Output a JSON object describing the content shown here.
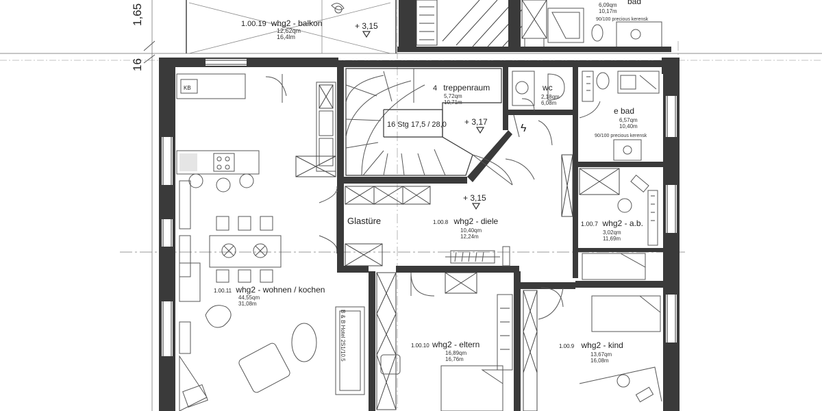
{
  "dimensions": {
    "top_dim": "1,65",
    "side_dim": "16"
  },
  "levels": {
    "balcony": "+ 3,15",
    "stairs": "+ 3,17",
    "hall": "+ 3,15"
  },
  "rooms": {
    "balcony": {
      "id": "1.00.19",
      "name": "whg2 - balkon",
      "area": "12,62qm",
      "area2": "16,4lm"
    },
    "stairs": {
      "id": "4",
      "name": "treppenraum",
      "area": "5,72qm",
      "area2": "10,71m"
    },
    "wc": {
      "name": "wc",
      "area": "2,18qm",
      "area2": "6,08m"
    },
    "bath": {
      "name": "e bad",
      "area": "6,57qm",
      "area2": "10,40m"
    },
    "bath_top": {
      "name": "bad",
      "area": "6,09qm",
      "area2": "10,17m"
    },
    "hall": {
      "id": "1.00.8",
      "name": "whg2 - diele",
      "area": "10,40qm",
      "area2": "12,24m"
    },
    "storage": {
      "id": "1.00.7",
      "name": "whg2 - a.b.",
      "area": "3,02qm",
      "area2": "11,69m"
    },
    "living": {
      "id": "1.00.11",
      "name": "whg2 - wohnen / kochen",
      "area": "44,55qm",
      "area2": "31,08m"
    },
    "parents": {
      "id": "1.00.10",
      "name": "whg2 - eltern",
      "area": "16,89qm",
      "area2": "16,76m"
    },
    "child": {
      "id": "1.00.9",
      "name": "whg2 - kind",
      "area": "13,67qm",
      "area2": "16,08m"
    }
  },
  "labels": {
    "stair_spec": "16 Stg 17,5 / 28,0",
    "glass_door": "Glastüre",
    "kb": "KB",
    "shower_note": "90/100 precious kerensk",
    "shower_note_top": "90/100 precious kerensk",
    "bed_label": "B & B Hotel 2S1/10.5"
  }
}
